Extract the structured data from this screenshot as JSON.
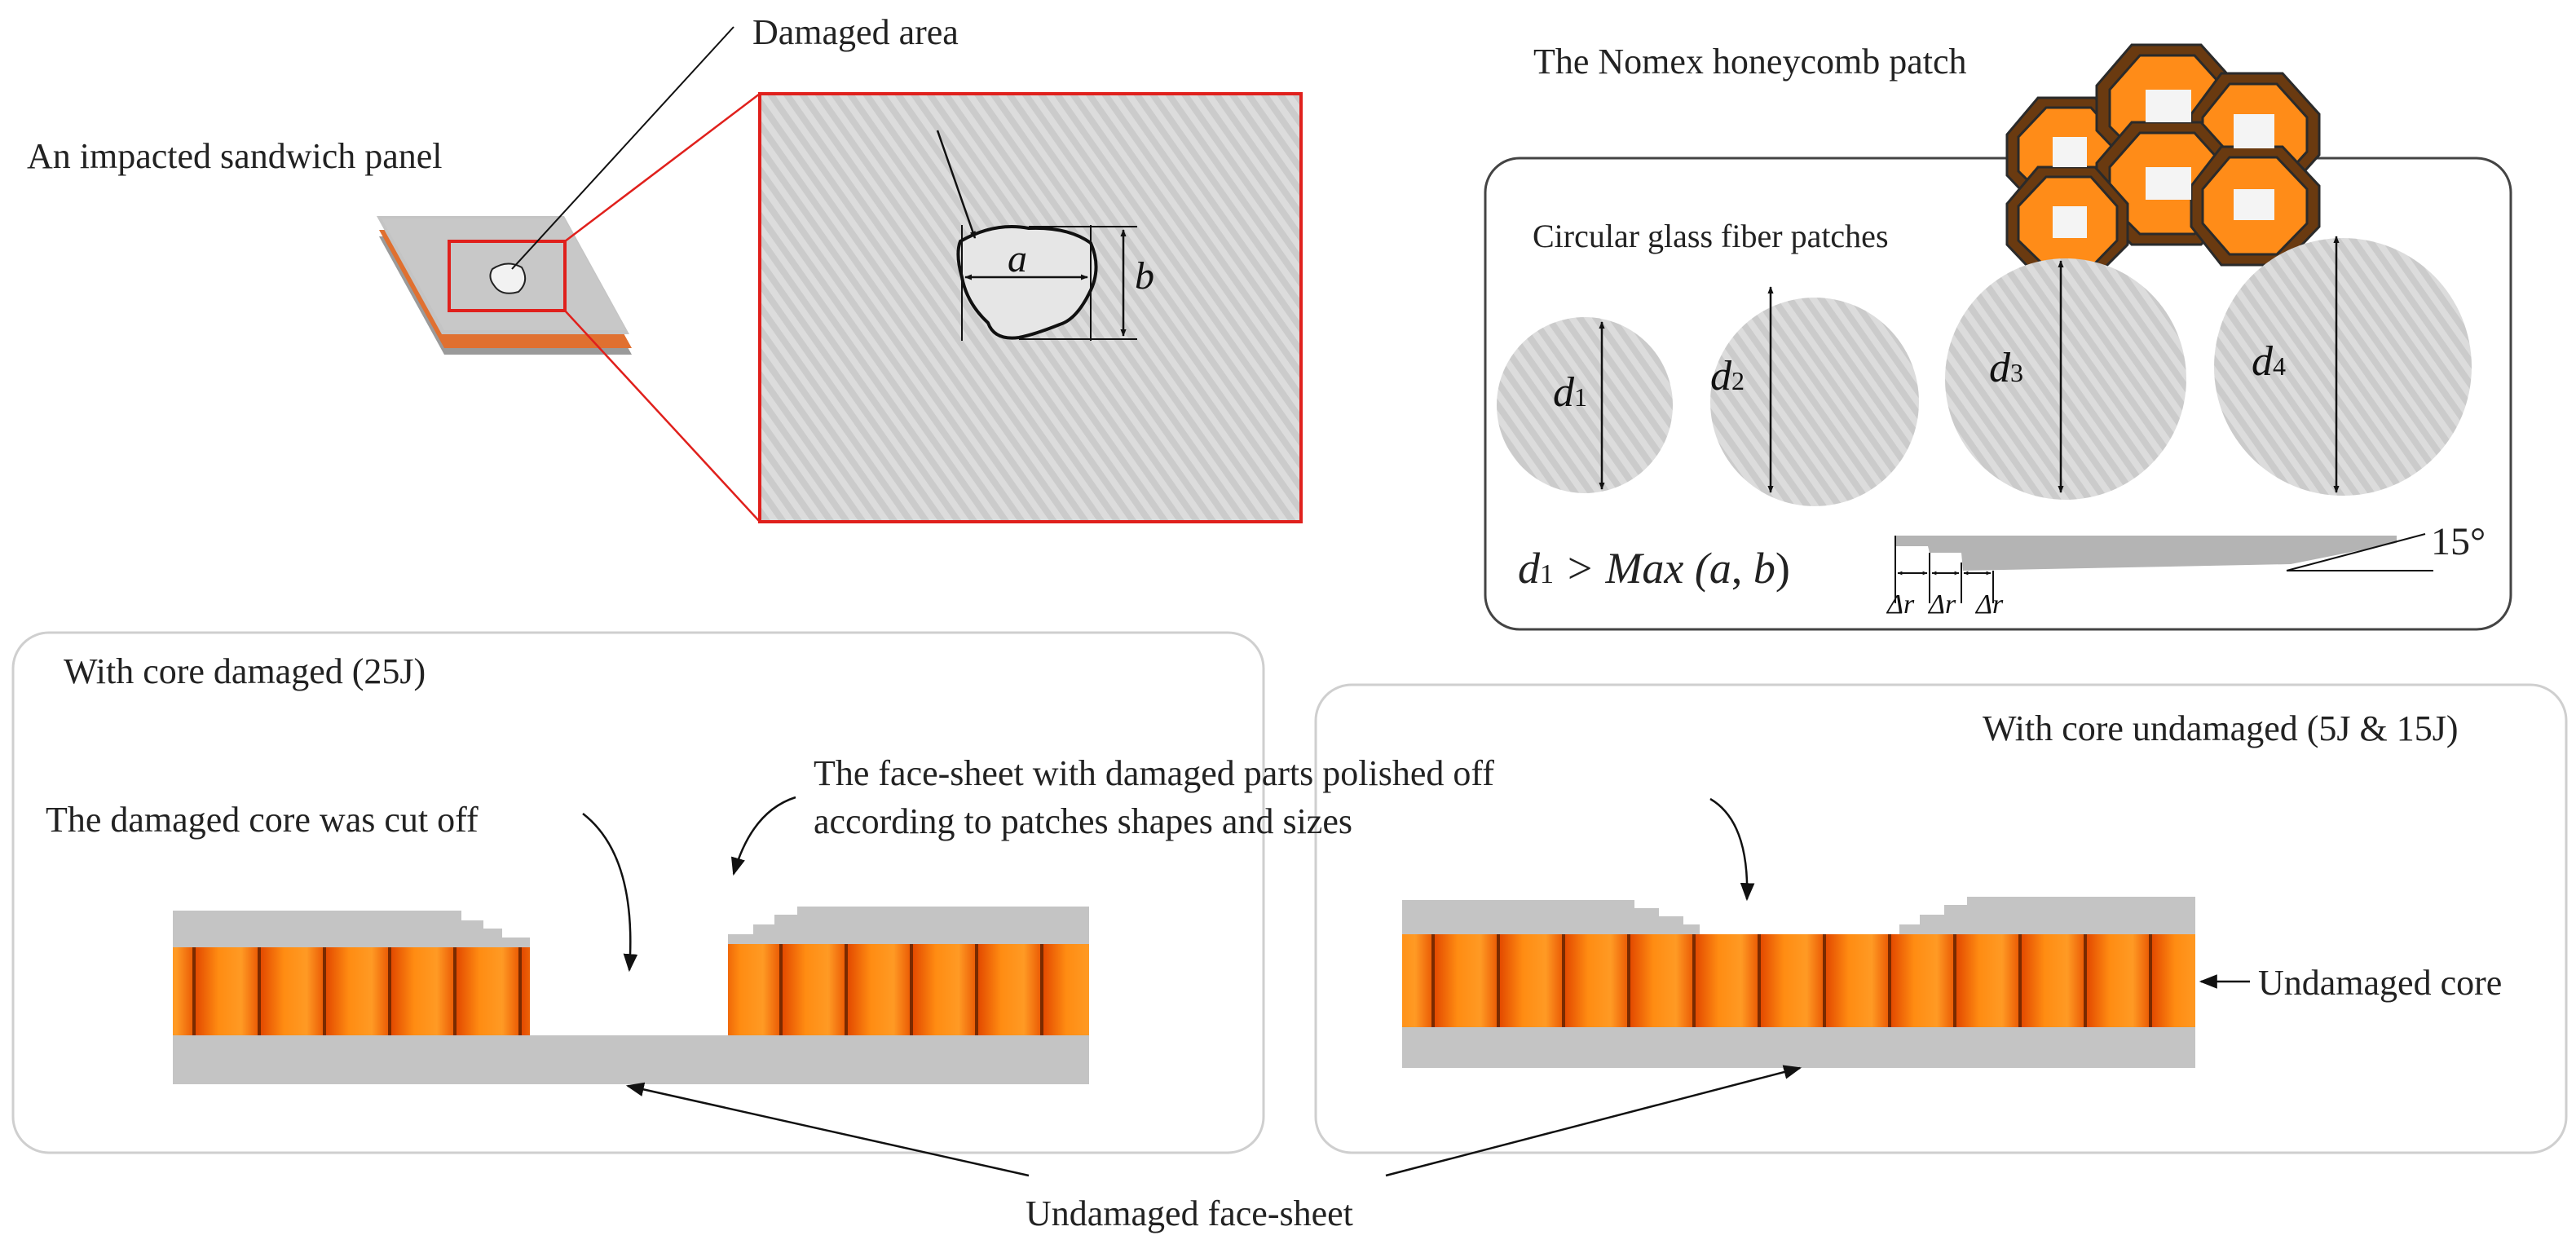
{
  "labels": {
    "damaged_area": "Damaged area",
    "impacted_panel": "An impacted sandwich panel",
    "nomex_patch": "The Nomex honeycomb patch",
    "circular_patches": "Circular glass fiber patches",
    "core_damaged_title": "With core damaged (25J)",
    "core_undamaged_title": "With core undamaged (5J & 15J)",
    "damaged_core_cut": "The damaged core was cut off",
    "face_sheet_polished_line1": "The face-sheet with damaged parts polished off",
    "face_sheet_polished_line2": "according to patches shapes and sizes",
    "undamaged_core": "Undamaged core",
    "undamaged_face_sheet": "Undamaged face-sheet"
  },
  "dimensions": {
    "a": "a",
    "b": "b",
    "d": "d",
    "sub1": "1",
    "sub2": "2",
    "sub3": "3",
    "sub4": "4",
    "delta_r": "Δr",
    "angle": "15°"
  },
  "formula": {
    "d": "d",
    "sub": "1",
    "gt_max": " > Max (",
    "a": "a",
    "comma": ", ",
    "b": "b",
    "close": ")"
  },
  "colors": {
    "face_sheet": "#c4c4c4",
    "core_orange": "#ff8a10",
    "core_dark": "#e04a00",
    "zoom_frame": "#e0201c",
    "panel_border": "#cfcfcf"
  }
}
